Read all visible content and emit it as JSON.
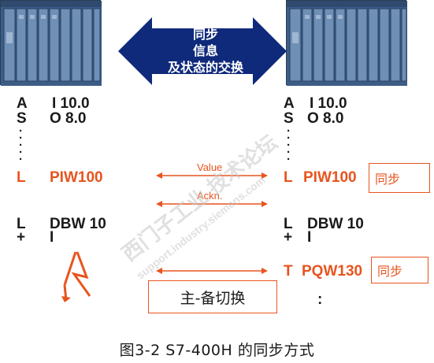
{
  "sync_arrow": {
    "line1": "同步",
    "line2": "信息",
    "line3": "及状态的交换"
  },
  "left": {
    "rows": [
      {
        "op": "A",
        "operand": "I 10.0"
      },
      {
        "op": "S",
        "operand": "O 8.0"
      }
    ],
    "piw": {
      "op": "L",
      "operand": "PIW100"
    },
    "dbw": {
      "op": "L",
      "operand": "DBW 10"
    },
    "plus": {
      "op": "+",
      "operand": "I"
    }
  },
  "right": {
    "rows": [
      {
        "op": "A",
        "operand": "I 10.0"
      },
      {
        "op": "S",
        "operand": "O 8.0"
      }
    ],
    "piw": {
      "op": "L",
      "operand": "PIW100"
    },
    "dbw": {
      "op": "L",
      "operand": "DBW 10"
    },
    "plus": {
      "op": "+",
      "operand": "I"
    },
    "pqw": {
      "op": "T",
      "operand": "PQW130"
    },
    "colon": ":"
  },
  "labels": {
    "value": "Value",
    "ackn": "Ackn.",
    "sync_box_1": "同步",
    "sync_box_2": "同步",
    "switchover": "主-备切换"
  },
  "caption": "图3-2  S7-400H 的同步方式",
  "watermark": {
    "cn": "西门子工业 技术论坛",
    "en": "support.industry.siemens.com"
  },
  "colors": {
    "red": "#e8541e",
    "navy": "#0f2a7a",
    "plc": "#3c5d86"
  }
}
